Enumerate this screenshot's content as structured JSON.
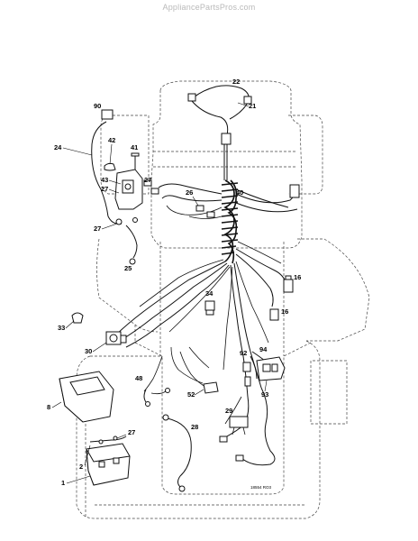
{
  "watermark": "AppliancePartsPros.com",
  "diagram_code": "18554 RO3",
  "callouts": {
    "c1": "1",
    "c2": "2",
    "c8": "8",
    "c16a": "16",
    "c16b": "16",
    "c21": "21",
    "c22": "22",
    "c24": "24",
    "c25": "25",
    "c26": "26",
    "c27a": "27",
    "c27b": "27",
    "c27c": "27",
    "c27d": "27",
    "c28": "28",
    "c29": "29",
    "c30": "30",
    "c33": "33",
    "c34": "34",
    "c40": "40",
    "c41": "41",
    "c42": "42",
    "c43": "43",
    "c48": "48",
    "c52": "52",
    "c90": "90",
    "c92": "92",
    "c93": "93",
    "c94": "94"
  }
}
